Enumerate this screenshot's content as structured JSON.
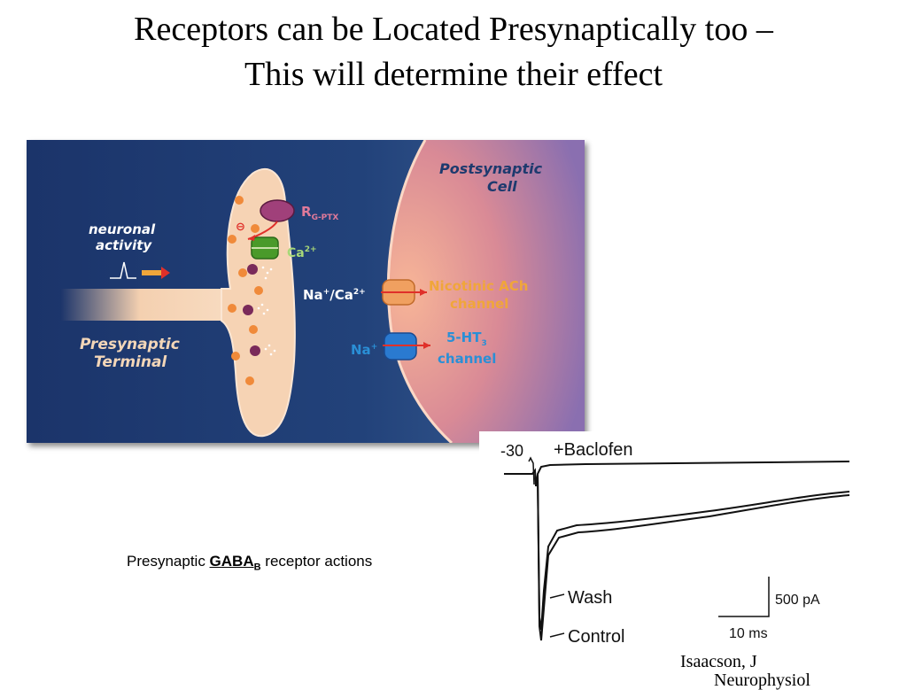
{
  "slide": {
    "title_line1": "Receptors can be Located Presynaptically too –",
    "title_line2": "This will determine their effect"
  },
  "diagram": {
    "postsynaptic_line1": "Postsynaptic",
    "postsynaptic_line2": "Cell",
    "neuronal_line1": "neuronal",
    "neuronal_line2": "activity",
    "presynaptic_line1": "Presynaptic",
    "presynaptic_line2": "Terminal",
    "receptor_main": "R",
    "receptor_sub": "G-PTX",
    "ca_label": "Ca",
    "ca_sup": "2+",
    "nacа_label": "Na",
    "naca_plus": "+",
    "naca_mid": "/Ca",
    "naca_sup": "2+",
    "nicotinic_line1": "Nicotinic ACh",
    "nicotinic_line2": "channel",
    "na_label": "Na",
    "na_sup": "+",
    "ht3_main": "5-HT",
    "ht3_sub": "3",
    "ht3_line2": "channel",
    "inhibit_symbol": "⊖"
  },
  "caption": {
    "prefix": "Presynaptic ",
    "gaba": "GABA",
    "gaba_sub": "B",
    "suffix": " receptor actions"
  },
  "trace": {
    "holding": "-30",
    "baclofen": "+Baclofen",
    "wash": "Wash",
    "control": "Control",
    "scale_y": "500 pA",
    "scale_x": "10 ms"
  },
  "credit": {
    "line1": "Isaacson, J",
    "line2": "Neurophysiol"
  },
  "colors": {
    "background_blue": "#1d3a6e",
    "terminal_peach": "#f6d3b4",
    "postsynaptic_pink": "#f3a58a",
    "label_orange": "#f0a63a",
    "label_blue": "#2a8fd6",
    "arrow_red": "#e0302a"
  }
}
